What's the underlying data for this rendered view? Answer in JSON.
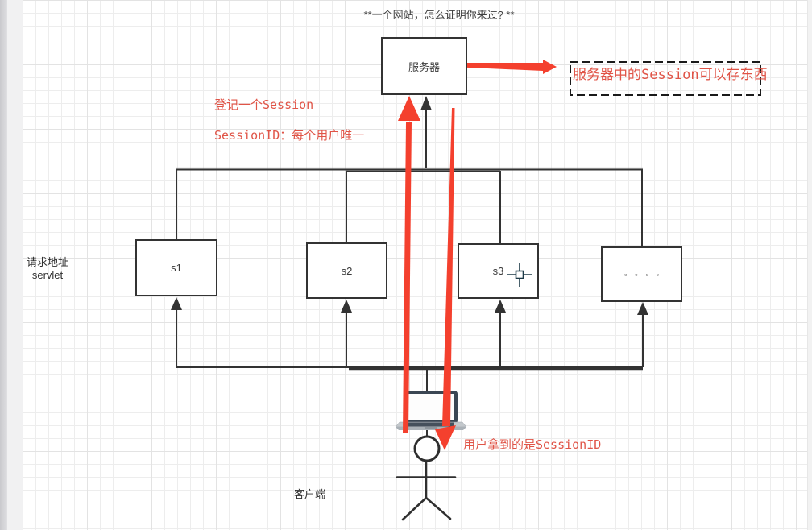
{
  "app": {
    "type": "diagram-canvas"
  },
  "title": "**一个网站，怎么证明你来过? **",
  "nodes": {
    "server": {
      "label": "服务器"
    },
    "s1": {
      "label": "s1"
    },
    "s2": {
      "label": "s2"
    },
    "s3": {
      "label": "s3"
    },
    "dots": {
      "label": "▫▫▫▫"
    }
  },
  "annotations": {
    "register_session": "登记一个Session",
    "session_id_unique": "SessionID：每个用户唯一",
    "server_session_store": "服务器中的Session可以存东西",
    "user_receives": "用户拿到的是SessionID",
    "request_addr_line1": "请求地址",
    "request_addr_line2": "servlet",
    "client": "客户端"
  },
  "colors": {
    "annotation_red": "#e05447",
    "arrow_red": "#f4402e",
    "connector_black": "#333333",
    "dashed_border": "#1a1a1a"
  },
  "cursor": {
    "icon": "crosshair"
  }
}
